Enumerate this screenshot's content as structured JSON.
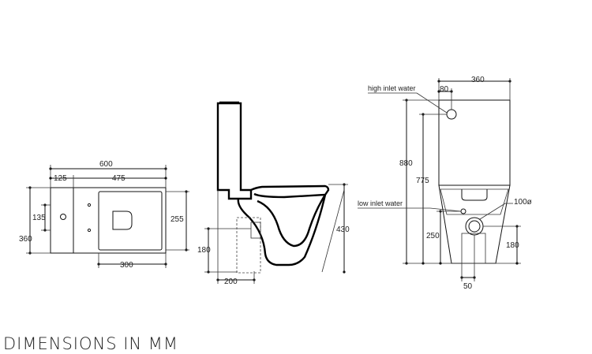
{
  "caption": "DIMENSIONS IN MM",
  "plan_view": {
    "overall_length": "600",
    "cistern_depth": "125",
    "bowl_length": "475",
    "overall_width": "360",
    "inlet_offset": "135",
    "bowl_width": "255",
    "fixing_distance": "300"
  },
  "side_view": {
    "seat_height": "430",
    "outlet_height": "180",
    "outlet_setout": "200"
  },
  "front_view": {
    "cistern_width": "360",
    "high_inlet_offset": "80",
    "high_inlet_label": "high inlet water",
    "overall_height": "880",
    "high_inlet_height": "775",
    "low_inlet_label": "low inlet water",
    "outlet_diameter": "100ø",
    "low_inlet_height": "250",
    "outlet_centre_height": "180",
    "outlet_offset": "50"
  }
}
